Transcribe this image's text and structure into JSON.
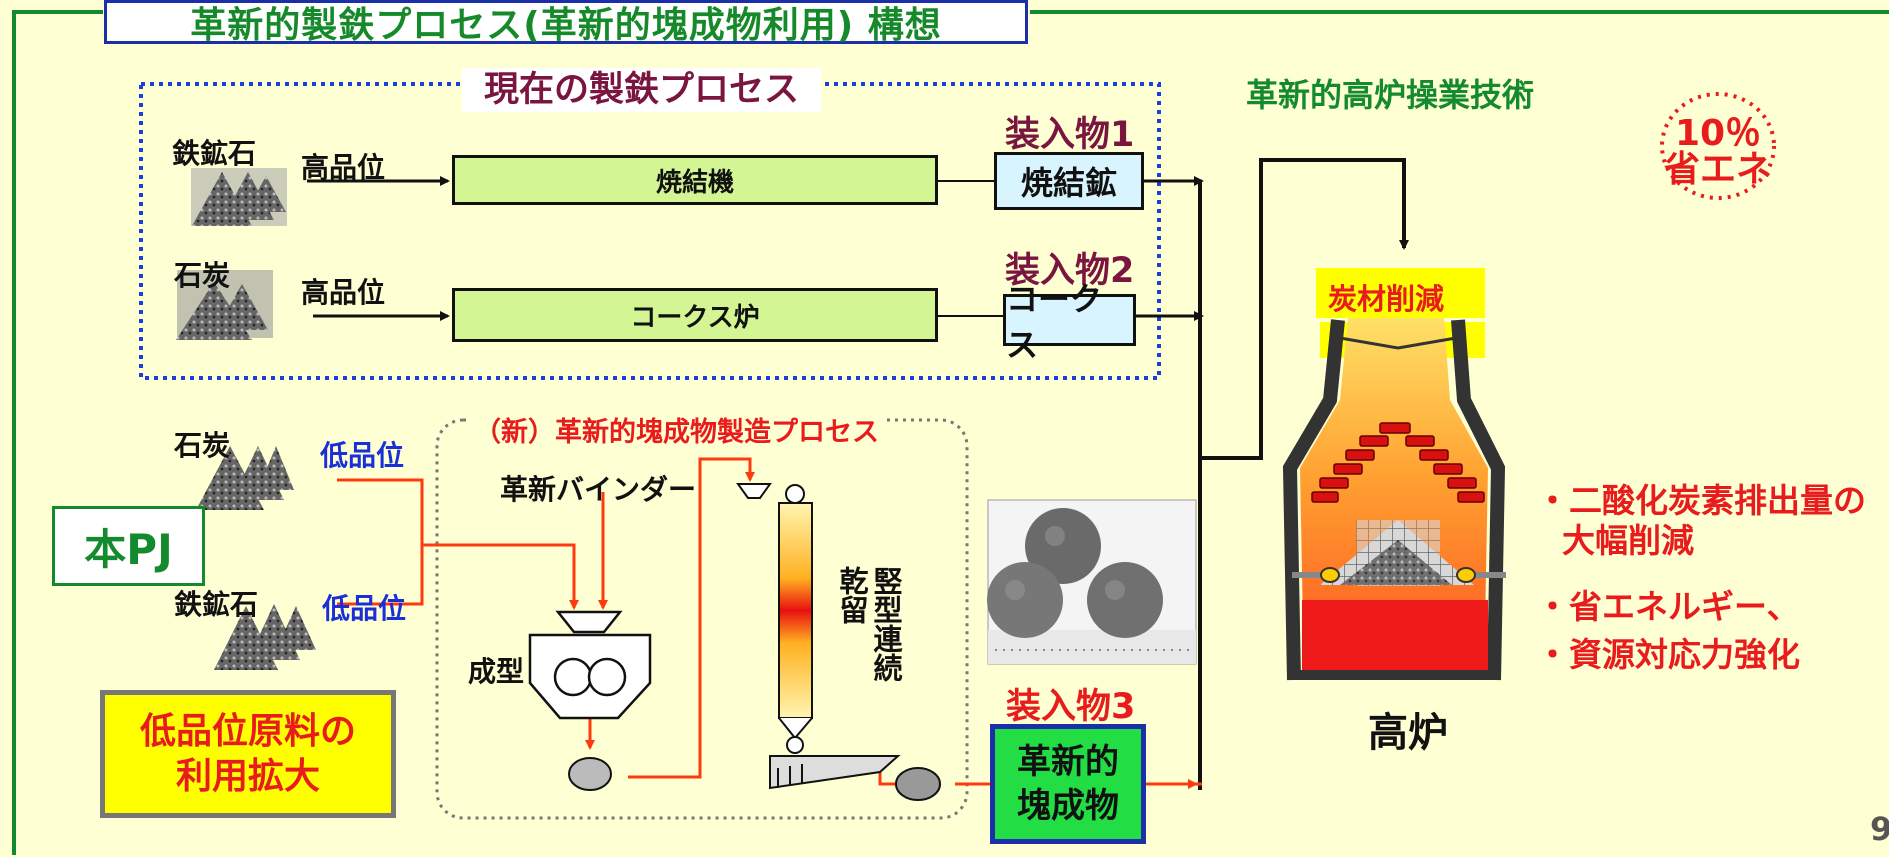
{
  "title": "革新的製鉄プロセス(革新的塊成物利用) 構想",
  "current_process": {
    "label": "現在の製鉄プロセス",
    "rows": [
      {
        "material": "鉄鉱石",
        "grade": "高品位",
        "process": "焼結機",
        "charge_label": "装入物1",
        "charge": "焼結鉱"
      },
      {
        "material": "石炭",
        "grade": "高品位",
        "process": "コークス炉",
        "charge_label": "装入物2",
        "charge": "コークス"
      }
    ]
  },
  "new_process": {
    "label": "（新）革新的塊成物製造プロセス",
    "coal": "石炭",
    "ore": "鉄鉱石",
    "low_grade": "低品位",
    "project": "本PJ",
    "binder": "革新バインダー",
    "molding": "成型",
    "shaft": "竪型連続乾留",
    "charge_label": "装入物3",
    "charge_line1": "革新的",
    "charge_line2": "塊成物"
  },
  "low_grade_box": {
    "line1": "低品位原料の",
    "line2": "利用拡大"
  },
  "furnace": {
    "tech_label": "革新的高炉操業技術",
    "carbon_reduction": "炭材削減",
    "name": "高炉",
    "saving_line1": "10％",
    "saving_line2": "省エネ"
  },
  "benefits": [
    "・二酸化炭素排出量の",
    "大幅削減",
    "・省エネルギー、",
    "・資源対応力強化"
  ],
  "page_number": "9",
  "colors": {
    "background": "#ffffd4",
    "frame": "#148a2e",
    "accent_red": "#e81c1c",
    "dashed_blue": "#1a3fe0"
  }
}
